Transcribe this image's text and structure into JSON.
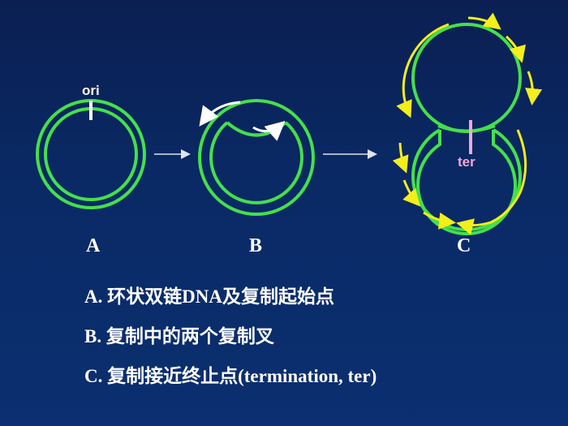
{
  "diagram": {
    "ori_label": "ori",
    "ter_label": "ter",
    "panel_labels": {
      "a": "A",
      "b": "B",
      "c": "C"
    },
    "captions": [
      "A. 环状双链DNA及复制起始点",
      "B. 复制中的两个复制叉",
      "C. 复制接近终止点(termination, ter)"
    ],
    "colors": {
      "background": "#0b2a66",
      "dna_strand": "#44e04a",
      "fork_arrow_b": "#ffffff",
      "fork_arrow_c": "#f4ee1a",
      "ori_mark": "#ffffff",
      "ter_mark": "#f4a6d8",
      "ter_text": "#f4a6d8"
    }
  }
}
